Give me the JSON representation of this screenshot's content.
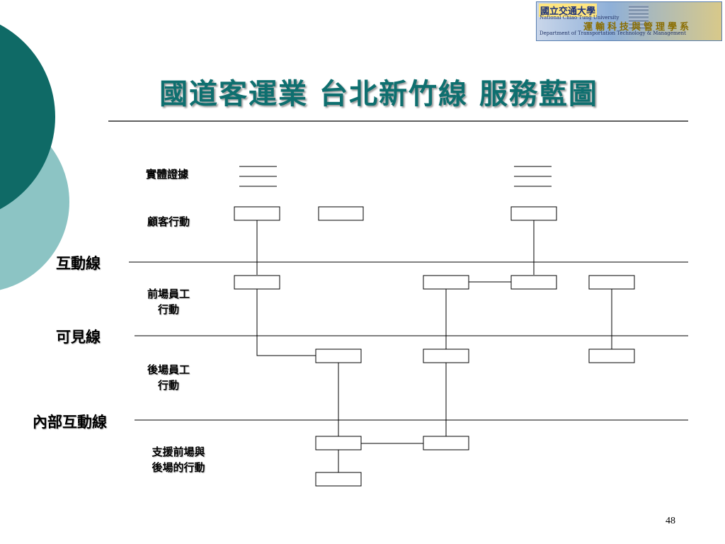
{
  "title": "國道客運業 台北新竹線 服務藍圖",
  "logo": {
    "university": "國立交通大學",
    "university_en": "National Chiao Tung University",
    "department": "運輸科技與管理學系",
    "department_en": "Transportation Technology & Management",
    "department_prefix": "Department of"
  },
  "lanes": {
    "physical_evidence": "實體證據",
    "customer_actions": "顧客行動",
    "onstage_line1": "前場員工",
    "onstage_line2": "行動",
    "backstage_line1": "後場員工",
    "backstage_line2": "行動",
    "support_line1": "支援前場與",
    "support_line2": "後場的行動"
  },
  "lines": {
    "interaction": "互動線",
    "visibility": "可見線",
    "internal_interaction": "內部互動線"
  },
  "page_number": "48",
  "colors": {
    "title": "#0e6f6f",
    "circle_dark": "#0f6a66",
    "circle_light": "#8cc4c4"
  }
}
